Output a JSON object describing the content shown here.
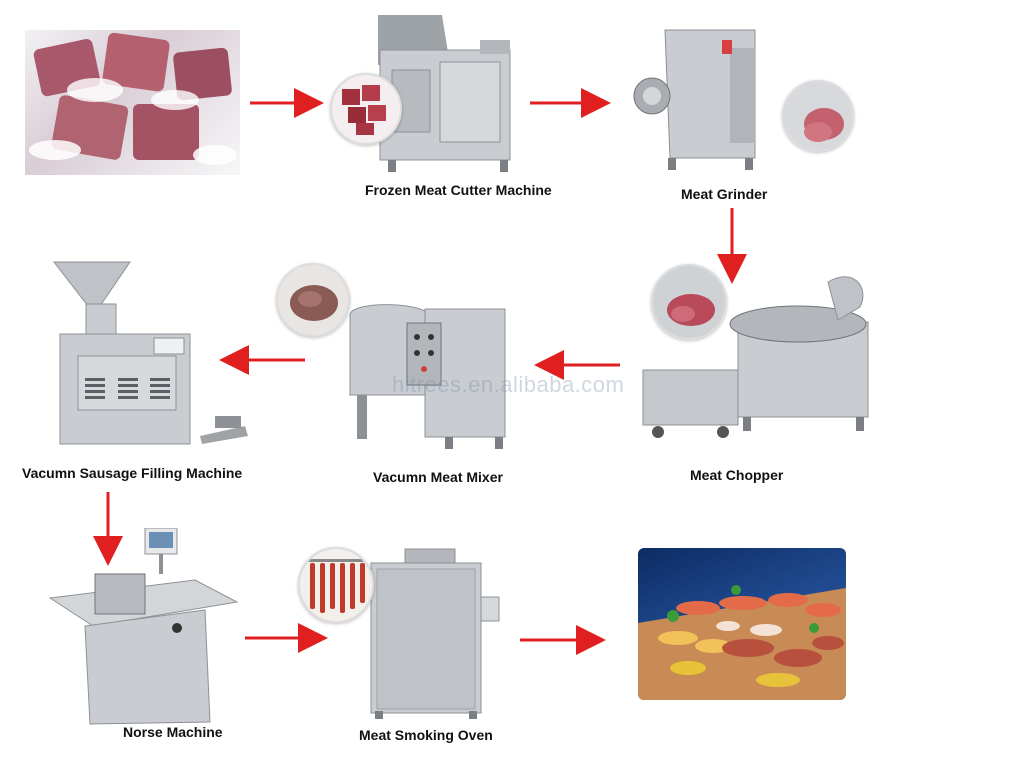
{
  "steps": [
    {
      "id": "frozen-meat",
      "label": ""
    },
    {
      "id": "frozen-meat-cutter",
      "label": "Frozen Meat Cutter Machine"
    },
    {
      "id": "meat-grinder",
      "label": "Meat Grinder"
    },
    {
      "id": "meat-chopper",
      "label": "Meat Chopper"
    },
    {
      "id": "vacuum-meat-mixer",
      "label": "Vacumn Meat Mixer"
    },
    {
      "id": "sausage-filling",
      "label": "Vacumn Sausage Filling Machine"
    },
    {
      "id": "norse-machine",
      "label": "Norse Machine"
    },
    {
      "id": "smoking-oven",
      "label": "Meat Smoking Oven"
    },
    {
      "id": "final-sausages",
      "label": ""
    }
  ],
  "watermark": "hitrees.en.alibaba.com",
  "colors": {
    "arrow": "#e02020",
    "steel": "#c9ccd0",
    "steel_dark": "#8d9196",
    "meat": "#b23a48",
    "background": "#ffffff"
  }
}
